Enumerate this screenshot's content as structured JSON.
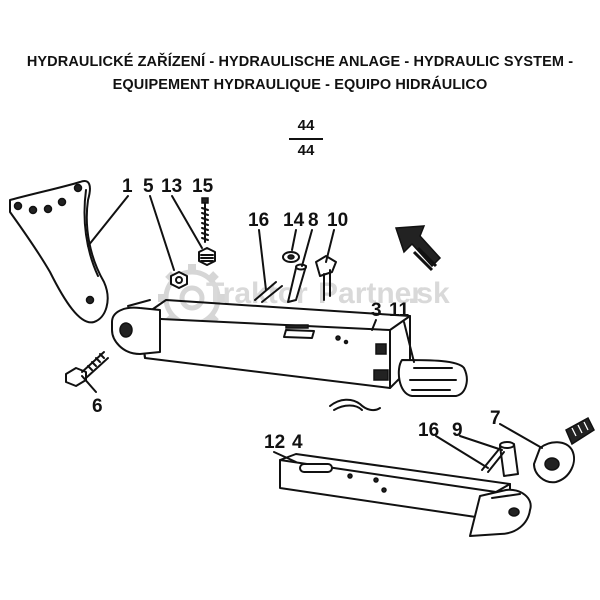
{
  "title": {
    "line1": "HYDRAULICKÉ ZAŘÍZENÍ - HYDRAULISCHE ANLAGE - HYDRAULIC SYSTEM -",
    "line2": "EQUIPEMENT HYDRAULIQUE - EQUIPO HIDRÁULICO"
  },
  "page": {
    "top": "44",
    "bottom": "44"
  },
  "watermark": {
    "brand_a": "Traktor",
    "brand_b": "Partner",
    "suffix": ".sk"
  },
  "callouts": {
    "c1": "1",
    "c5": "5",
    "c13": "13",
    "c15": "15",
    "c16a": "16",
    "c14": "14",
    "c8": "8",
    "c10": "10",
    "c3": "3",
    "c11": "11",
    "c6": "6",
    "c7": "7",
    "c12": "12",
    "c4": "4",
    "c16b": "16",
    "c9": "9"
  }
}
